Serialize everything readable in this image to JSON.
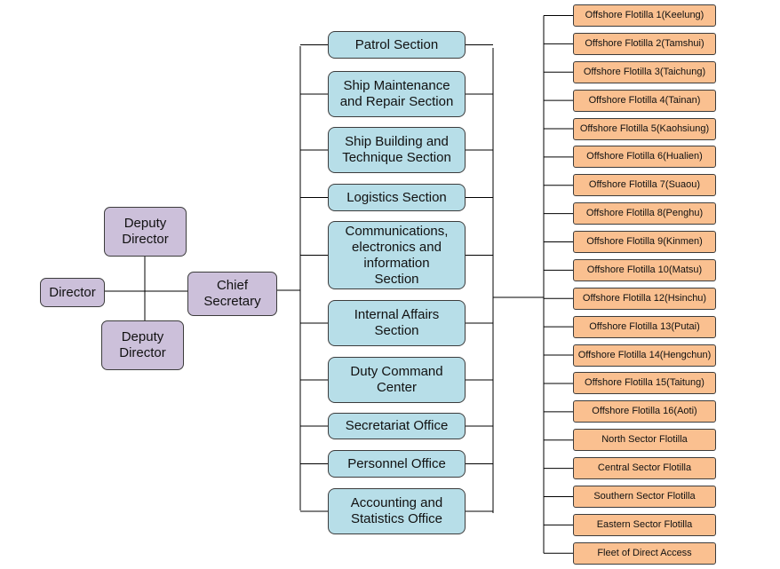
{
  "nodes": {
    "director": "Director",
    "deputy_top": "Deputy\nDirector",
    "deputy_bottom": "Deputy\nDirector",
    "chief_secretary": "Chief\nSecretary"
  },
  "sections": [
    "Patrol Section",
    "Ship Maintenance\nand Repair Section",
    "Ship Building  and\nTechnique Section",
    "Logistics Section",
    "Communications,\nelectronics and\ninformation\nSection",
    "Internal Affairs\nSection",
    "Duty Command\nCenter",
    "Secretariat Office",
    "Personnel Office",
    "Accounting and\nStatistics Office"
  ],
  "flotillas": [
    "Offshore Flotilla 1(Keelung)",
    "Offshore Flotilla 2(Tamshui)",
    "Offshore Flotilla 3(Taichung)",
    "Offshore Flotilla 4(Tainan)",
    "Offshore Flotilla 5(Kaohsiung)",
    "Offshore Flotilla 6(Hualien)",
    "Offshore Flotilla 7(Suaou)",
    "Offshore Flotilla 8(Penghu)",
    "Offshore Flotilla 9(Kinmen)",
    "Offshore Flotilla 10(Matsu)",
    "Offshore Flotilla 12(Hsinchu)",
    "Offshore Flotilla 13(Putai)",
    "Offshore Flotilla 14(Hengchun)",
    "Offshore Flotilla 15(Taitung)",
    "Offshore Flotilla 16(Aoti)",
    "North Sector Flotilla",
    "Central Sector  Flotilla",
    "Southern Sector Flotilla",
    "Eastern Sector Flotilla",
    "Fleet of Direct Access"
  ],
  "colors": {
    "leadership_fill": "#ccc0da",
    "section_fill": "#b7dee8",
    "flotilla_fill": "#fac090",
    "connector": "#000000"
  }
}
